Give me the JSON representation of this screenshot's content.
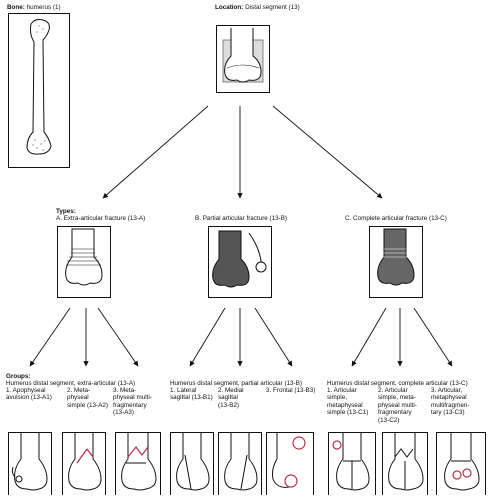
{
  "bone": {
    "label": "Bone:",
    "value": "humerus (1)"
  },
  "location": {
    "label": "Location:",
    "value": "Distal segment (13)"
  },
  "types": {
    "label": "Types:",
    "a": "A. Extra-articular fracture (13-A)",
    "b": "B. Partial articular fracture (13-B)",
    "c": "C. Complete articular fracture (13-C)"
  },
  "groups": {
    "label": "Groups:",
    "a_title": "Humerus distal segment, extra-articular (13-A)",
    "b_title": "Humerus distal segment, partial articular (13-B)",
    "c_title": "Humerus distal segment, complete articular (13-C)",
    "a1": [
      "1. Apophyseal",
      "avulsion (13-A1)"
    ],
    "a2": [
      "2. Meta-",
      "physeal",
      "simple (13-A2)"
    ],
    "a3": [
      "3. Meta-",
      "physeal multi-",
      "fragmentary",
      "(13-A3)"
    ],
    "b1": [
      "1. Lateral",
      "sagittal (13-B1)"
    ],
    "b2": [
      "2. Medial",
      "sagittal",
      "(13-B2)"
    ],
    "b3": [
      "3. Frontal (13-B3)"
    ],
    "c1": [
      "1. Articular",
      "simple,",
      "metaphyseal",
      "simple (13-C1)"
    ],
    "c2": [
      "2. Articular",
      "simple, meta-",
      "physeal multi-",
      "fragmentary",
      "(13-C2)"
    ],
    "c3": [
      "3. Articular,",
      "metaphyseal",
      "multifragmen-",
      "tary (13-C3)"
    ]
  }
}
